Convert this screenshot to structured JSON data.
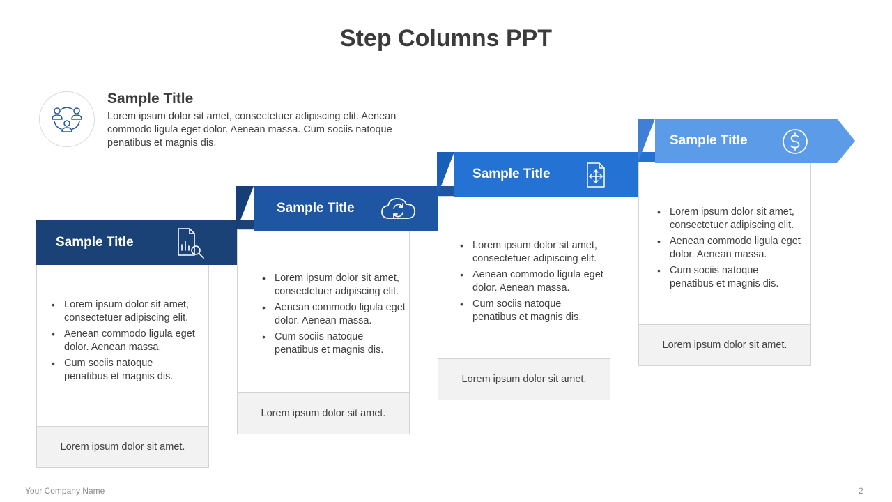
{
  "slide": {
    "title": "Step Columns PPT",
    "company": "Your Company  Name",
    "page_number": "2"
  },
  "intro": {
    "icon": "team-network-icon",
    "title": "Sample Title",
    "text": "Lorem ipsum dolor sit amet, consectetuer adipiscing elit. Aenean commodo  ligula eget dolor. Aenean massa. Cum sociis natoque penatibus et magnis dis."
  },
  "colors": {
    "step1": "#1a4276",
    "step2": "#1f56a3",
    "step3": "#2472d4",
    "step4": "#5c9be8"
  },
  "steps": [
    {
      "title": "Sample Title",
      "icon": "report-search-icon",
      "bullets": [
        "Lorem ipsum dolor sit amet, consectetuer adipiscing elit.",
        "Aenean commodo  ligula eget dolor.  Aenean massa.",
        "Cum sociis natoque penatibus et magnis dis."
      ],
      "footer": "Lorem ipsum dolor sit amet."
    },
    {
      "title": "Sample Title",
      "icon": "cloud-sync-icon",
      "bullets": [
        "Lorem ipsum dolor sit amet, consectetuer adipiscing elit.",
        "Aenean commodo  ligula eget dolor.  Aenean massa.",
        "Cum sociis natoque penatibus et magnis dis."
      ],
      "footer": "Lorem ipsum dolor sit amet."
    },
    {
      "title": "Sample Title",
      "icon": "document-move-icon",
      "bullets": [
        "Lorem ipsum dolor sit amet, consectetuer adipiscing elit.",
        "Aenean commodo  ligula eget dolor.  Aenean massa.",
        "Cum sociis natoque penatibus et magnis dis."
      ],
      "footer": "Lorem ipsum dolor sit amet."
    },
    {
      "title": "Sample Title",
      "icon": "dollar-coin-icon",
      "bullets": [
        "Lorem ipsum dolor sit amet, consectetuer adipiscing elit.",
        "Aenean commodo  ligula eget dolor.  Aenean massa.",
        "Cum sociis natoque penatibus et magnis dis."
      ],
      "footer": "Lorem ipsum dolor sit amet."
    }
  ]
}
